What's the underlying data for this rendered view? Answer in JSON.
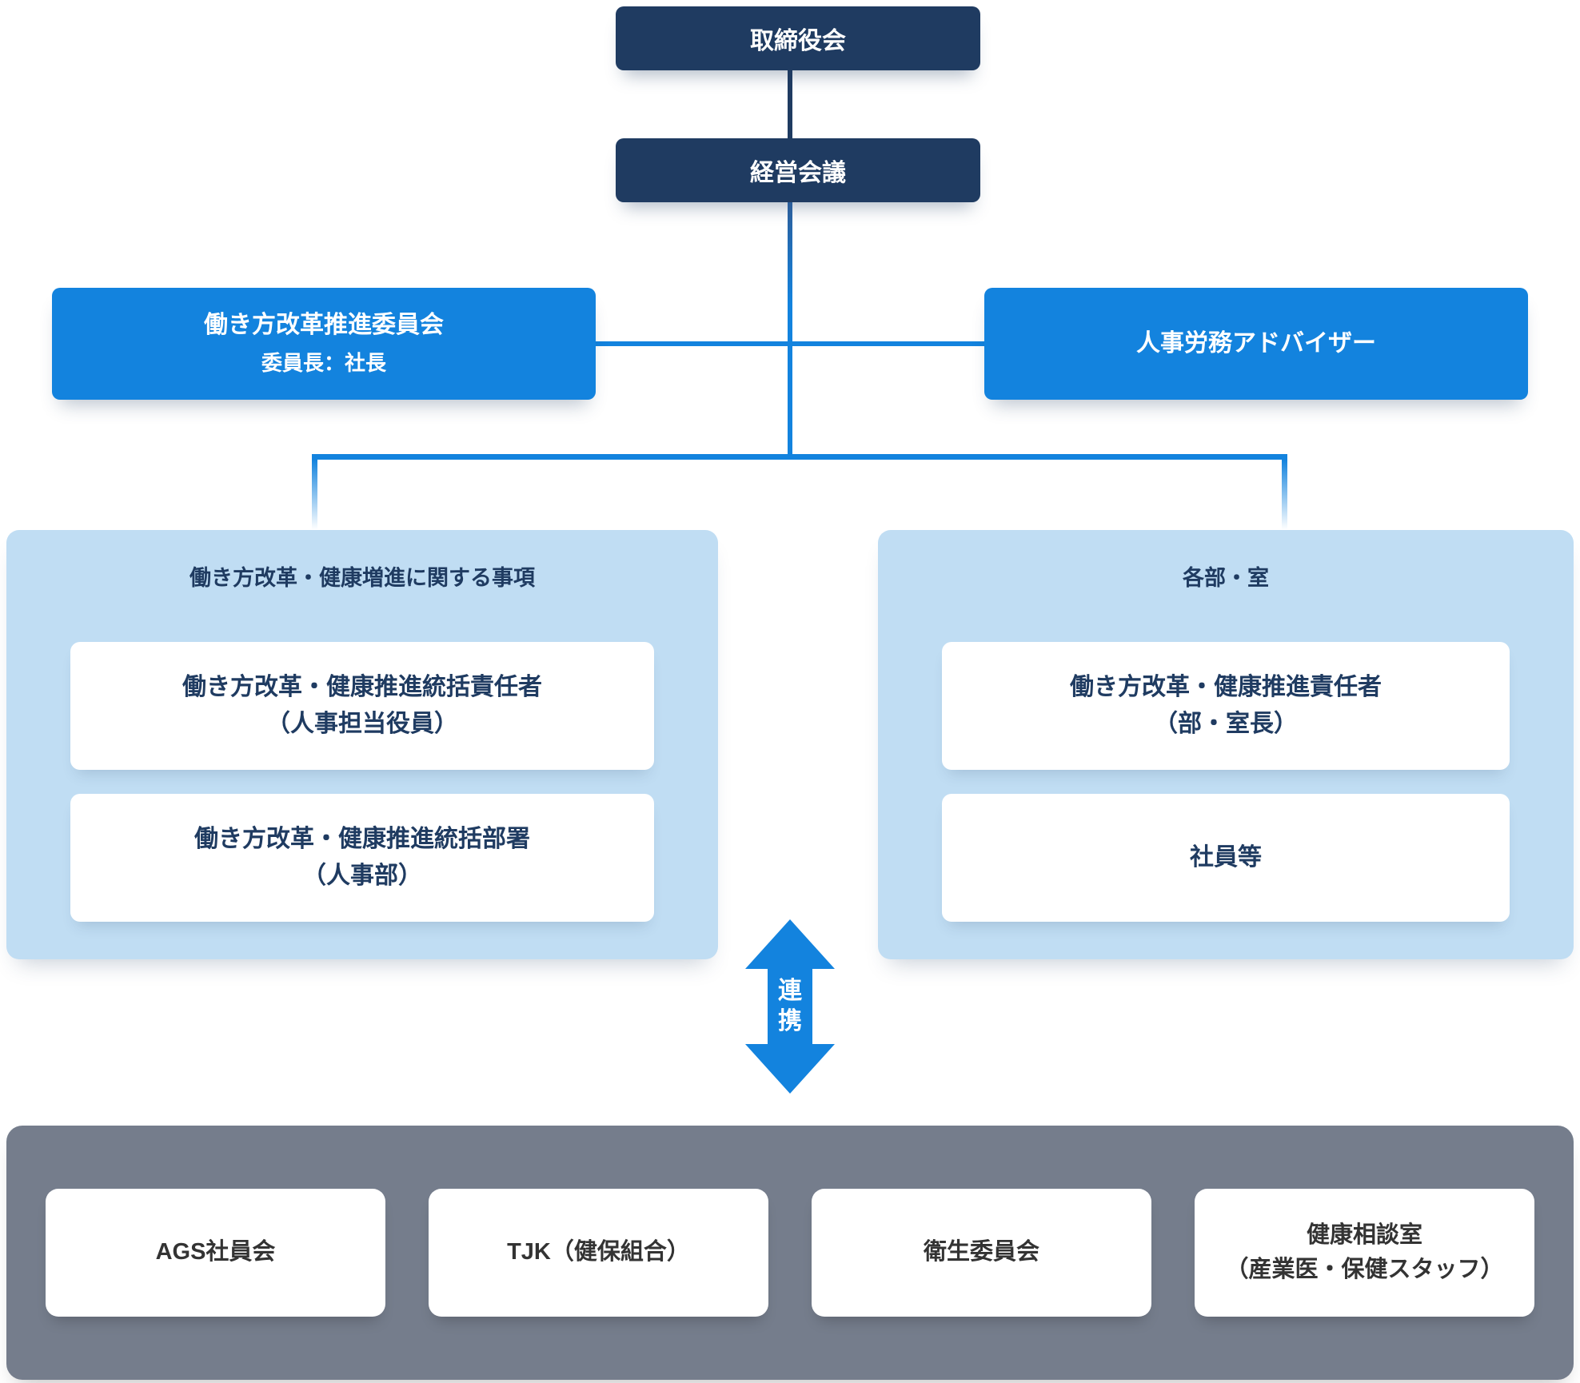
{
  "colors": {
    "navy": "#1f3b61",
    "blue": "#1383de",
    "light_blue_panel": "#c0ddf3",
    "gray_panel": "#757d8c",
    "card_text_dark": "#333333",
    "white": "#ffffff"
  },
  "nodes": {
    "board": "取締役会",
    "management": "経営会議"
  },
  "committee": {
    "title": "働き方改革推進委員会",
    "subtitle": "委員長：社長"
  },
  "advisor": "人事労務アドバイザー",
  "left_panel": {
    "header": "働き方改革・健康増進に関する事項",
    "boxes": [
      {
        "line1": "働き方改革・健康推進統括責任者",
        "line2": "（人事担当役員）"
      },
      {
        "line1": "働き方改革・健康推進統括部署",
        "line2": "（人事部）"
      }
    ]
  },
  "right_panel": {
    "header": "各部・室",
    "boxes": [
      {
        "line1": "働き方改革・健康推進責任者",
        "line2": "（部・室長）"
      },
      {
        "line1": "社員等"
      }
    ]
  },
  "link": {
    "char1": "連",
    "char2": "携"
  },
  "bottom": {
    "boxes": [
      {
        "line1": "AGS社員会"
      },
      {
        "line1": "TJK（健保組合）"
      },
      {
        "line1": "衛生委員会"
      },
      {
        "line1": "健康相談室",
        "line2": "（産業医・保健スタッフ）"
      }
    ]
  }
}
